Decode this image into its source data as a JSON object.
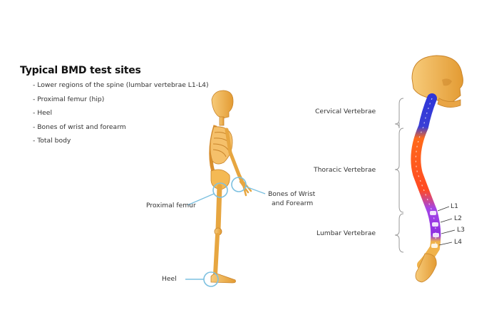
{
  "heading": "Typical BMD test sites",
  "sites": [
    "- Lower regions of the spine (lumbar vertebrae L1-L4)",
    "- Proximal femur (hip)",
    "- Heel",
    "- Bones of wrist and forearm",
    "- Total body"
  ],
  "skeleton_labels": {
    "proximal_femur": "Proximal femur",
    "wrist_line1": "Bones of Wrist",
    "wrist_line2": "and Forearm",
    "heel": "Heel"
  },
  "spine_labels": {
    "cervical": "Cervical Vertebrae",
    "thoracic": "Thoracic Vertebrae",
    "lumbar": "Lumbar Vertebrae",
    "l1": "L1",
    "l2": "L2",
    "l3": "L3",
    "l4": "L4"
  },
  "colors": {
    "bone": "#f0b24a",
    "bone_dark": "#c9842a",
    "callout": "#7cc0e0",
    "cervical": "#3b3fd6",
    "thoracic": "#ff5a1f",
    "lumbar": "#9b3fe0"
  }
}
